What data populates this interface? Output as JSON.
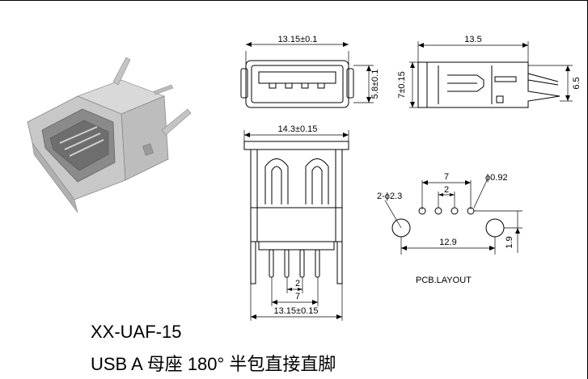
{
  "model": "XX-UAF-15",
  "description": "USB A 母座 180° 半包直接直脚",
  "front_view": {
    "width_label": "13.15±0.1",
    "height_label": "5.8±0.1"
  },
  "side_view": {
    "length_label": "13.5",
    "left_height_label": "7±0.15",
    "right_height_label": "6.5"
  },
  "top_view": {
    "width_label": "14.3±0.15",
    "pin_pitch_inner_label": "2",
    "pin_pitch_outer_label": "7",
    "bottom_width_label": "13.15±0.15"
  },
  "pcb_layout": {
    "title": "PCB.LAYOUT",
    "pitch_outer_label": "7",
    "pitch_inner_label": "2",
    "small_hole_label": "ϕ0.92",
    "large_hole_label": "2-ϕ2.3",
    "hole_span_label": "12.9",
    "offset_label": "1.9"
  }
}
